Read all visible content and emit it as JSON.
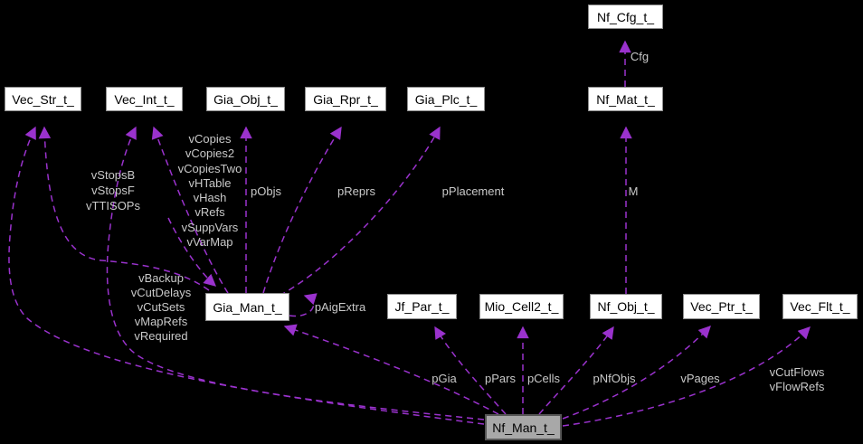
{
  "diagram": {
    "kind": "collaboration-diagram",
    "accent_color": "#9a32cd",
    "label_color": "#c9c9c9",
    "background_color": "#000000",
    "highlighted_node": "Nf_Man_t_"
  },
  "nodes": {
    "nf_cfg": {
      "label": "Nf_Cfg_t_"
    },
    "vec_str": {
      "label": "Vec_Str_t_"
    },
    "vec_int": {
      "label": "Vec_Int_t_"
    },
    "gia_obj": {
      "label": "Gia_Obj_t_"
    },
    "gia_rpr": {
      "label": "Gia_Rpr_t_"
    },
    "gia_plc": {
      "label": "Gia_Plc_t_"
    },
    "nf_mat": {
      "label": "Nf_Mat_t_"
    },
    "gia_man": {
      "label": "Gia_Man_t_"
    },
    "jf_par": {
      "label": "Jf_Par_t_"
    },
    "mio_cell2": {
      "label": "Mio_Cell2_t_"
    },
    "nf_obj": {
      "label": "Nf_Obj_t_"
    },
    "vec_ptr": {
      "label": "Vec_Ptr_t_"
    },
    "vec_flt": {
      "label": "Vec_Flt_t_"
    },
    "nf_man": {
      "label": "Nf_Man_t_"
    }
  },
  "edge_labels": {
    "cfg": "Cfg",
    "m": "M",
    "p_objs": "pObjs",
    "p_reprs": "pReprs",
    "p_placement": "pPlacement",
    "p_aig_extra": "pAigExtra",
    "p_gia": "pGia",
    "p_pars": "pPars",
    "p_cells": "pCells",
    "p_nf_objs": "pNfObjs",
    "v_pages": "vPages",
    "gia_to_vec_int": [
      "vCopies",
      "vCopies2",
      "vCopiesTwo",
      "vHTable",
      "vHash",
      "vRefs",
      "vSuppVars",
      "vVarMap"
    ],
    "gia_to_vec_str": [
      "vStopsB",
      "vStopsF",
      "vTTISOPs"
    ],
    "nf_to_vec_int": [
      "vBackup",
      "vCutDelays",
      "vCutSets",
      "vMapRefs",
      "vRequired"
    ],
    "nf_to_vec_flt": [
      "vCutFlows",
      "vFlowRefs"
    ]
  }
}
